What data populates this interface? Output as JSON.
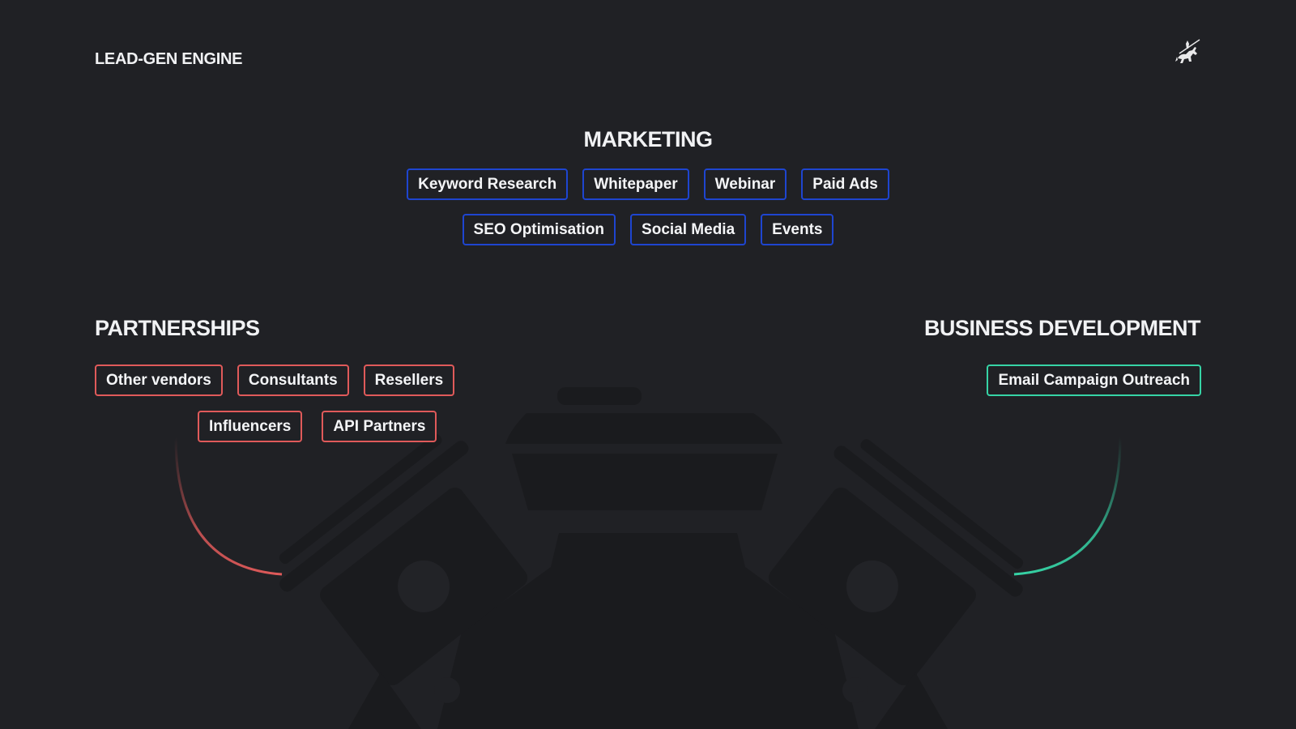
{
  "header": {
    "title": "LEAD-GEN ENGINE",
    "logo_icon": "knight-on-horse-icon"
  },
  "colors": {
    "background": "#202125",
    "marketing": "#1e45d0",
    "partnerships": "#e05a5a",
    "business_development": "#36d4a6",
    "engine_silhouette": "#1a1b1e"
  },
  "marketing": {
    "title": "MARKETING",
    "row1": [
      "Keyword Research",
      "Whitepaper",
      "Webinar",
      "Paid Ads"
    ],
    "row2": [
      "SEO Optimisation",
      "Social Media",
      "Events"
    ]
  },
  "partnerships": {
    "title": "PARTNERSHIPS",
    "row1": [
      "Other vendors",
      "Consultants",
      "Resellers"
    ],
    "row2": [
      "Influencers",
      "API Partners"
    ]
  },
  "business_development": {
    "title": "BUSINESS DEVELOPMENT",
    "row1": [
      "Email Campaign Outreach"
    ]
  },
  "background_graphic": "engine-icon"
}
